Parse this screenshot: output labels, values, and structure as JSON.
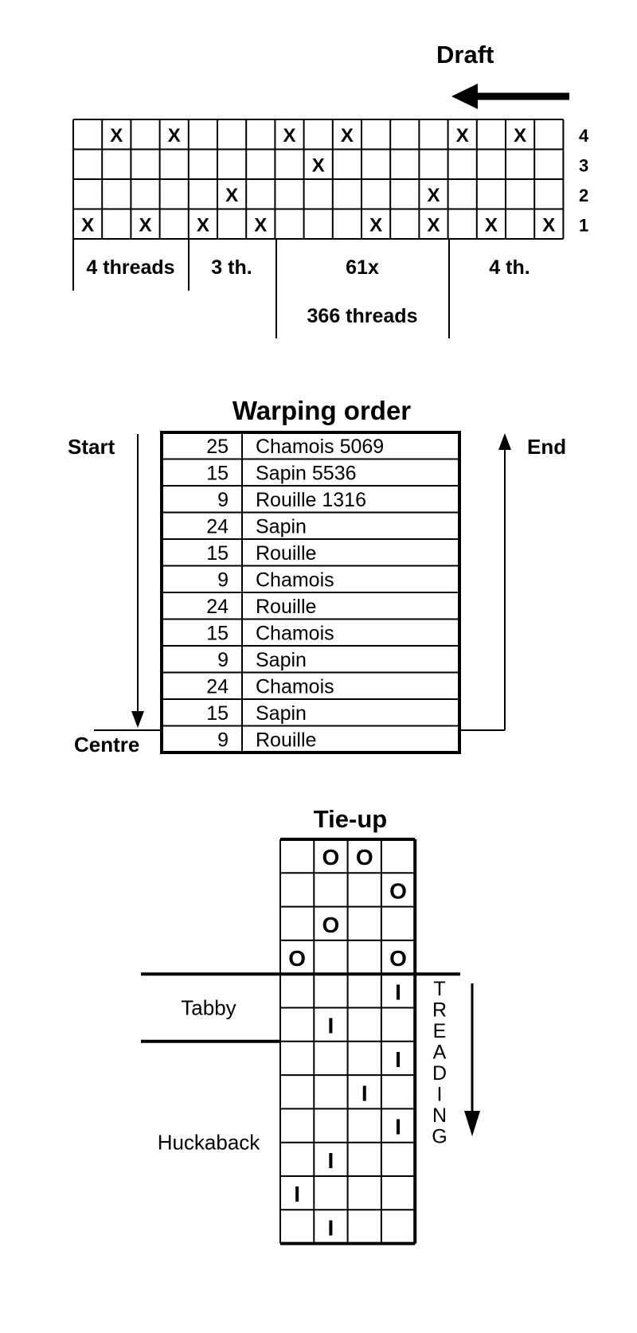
{
  "draft": {
    "title": "Draft",
    "shaft_labels": [
      "4",
      "3",
      "2",
      "1"
    ],
    "rows": [
      [
        0,
        1,
        0,
        1,
        0,
        0,
        0,
        1,
        0,
        1,
        0,
        0,
        0,
        1,
        0,
        1,
        0
      ],
      [
        0,
        0,
        0,
        0,
        0,
        0,
        0,
        0,
        1,
        0,
        0,
        0,
        0,
        0,
        0,
        0,
        0
      ],
      [
        0,
        0,
        0,
        0,
        0,
        1,
        0,
        0,
        0,
        0,
        0,
        0,
        1,
        0,
        0,
        0,
        0
      ],
      [
        1,
        0,
        1,
        0,
        1,
        0,
        1,
        0,
        0,
        0,
        1,
        0,
        1,
        0,
        1,
        0,
        1
      ]
    ],
    "mark": "X",
    "sections": [
      {
        "label": "4 threads",
        "sublabel": ""
      },
      {
        "label": "3 th.",
        "sublabel": ""
      },
      {
        "label": "61x",
        "sublabel": "366 threads"
      },
      {
        "label": "4 th.",
        "sublabel": ""
      }
    ]
  },
  "warping": {
    "title": "Warping order",
    "start_label": "Start",
    "end_label": "End",
    "centre_label": "Centre",
    "rows": [
      {
        "count": "25",
        "color": "Chamois 5069"
      },
      {
        "count": "15",
        "color": "Sapin 5536"
      },
      {
        "count": "9",
        "color": "Rouille 1316"
      },
      {
        "count": "24",
        "color": "Sapin"
      },
      {
        "count": "15",
        "color": "Rouille"
      },
      {
        "count": "9",
        "color": "Chamois"
      },
      {
        "count": "24",
        "color": "Rouille"
      },
      {
        "count": "15",
        "color": "Chamois"
      },
      {
        "count": "9",
        "color": "Sapin"
      },
      {
        "count": "24",
        "color": "Chamois"
      },
      {
        "count": "15",
        "color": "Sapin"
      },
      {
        "count": "9",
        "color": "Rouille"
      }
    ]
  },
  "tieup": {
    "title": "Tie-up",
    "mark": "O",
    "rows": [
      [
        0,
        1,
        1,
        0
      ],
      [
        0,
        0,
        0,
        1
      ],
      [
        0,
        1,
        0,
        0
      ],
      [
        1,
        0,
        0,
        1
      ]
    ]
  },
  "treadling": {
    "vertical_label": [
      "T",
      "R",
      "E",
      "A",
      "D",
      "I",
      "N",
      "G"
    ],
    "mark": "I",
    "groups": [
      {
        "label": "Tabby",
        "rows": [
          3,
          1
        ]
      },
      {
        "label": "Huckaback",
        "rows": [
          3,
          2,
          3,
          1,
          0,
          1
        ]
      }
    ]
  }
}
